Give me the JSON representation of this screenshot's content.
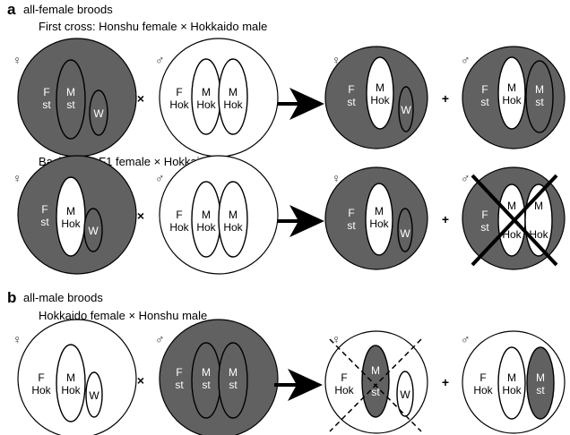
{
  "colors": {
    "st_fill": "#616161",
    "hok_fill": "#ffffff",
    "ink": "#000000"
  },
  "panel_a": {
    "letter": "a",
    "title": "all-female broods",
    "cross1_title": "First cross: Honshu female × Hokkaido male",
    "cross2_title": "Backcross: F1 female × Hokkaido male"
  },
  "panel_b": {
    "letter": "b",
    "title": "all-male broods",
    "cross_title": "Hokkaido female × Honshu male"
  },
  "symbols": {
    "female": "♀",
    "male": "♂",
    "times": "×",
    "plus": "+"
  },
  "labels": {
    "F": "F",
    "M": "M",
    "W": "W",
    "st": "st",
    "Hok": "Hok"
  }
}
